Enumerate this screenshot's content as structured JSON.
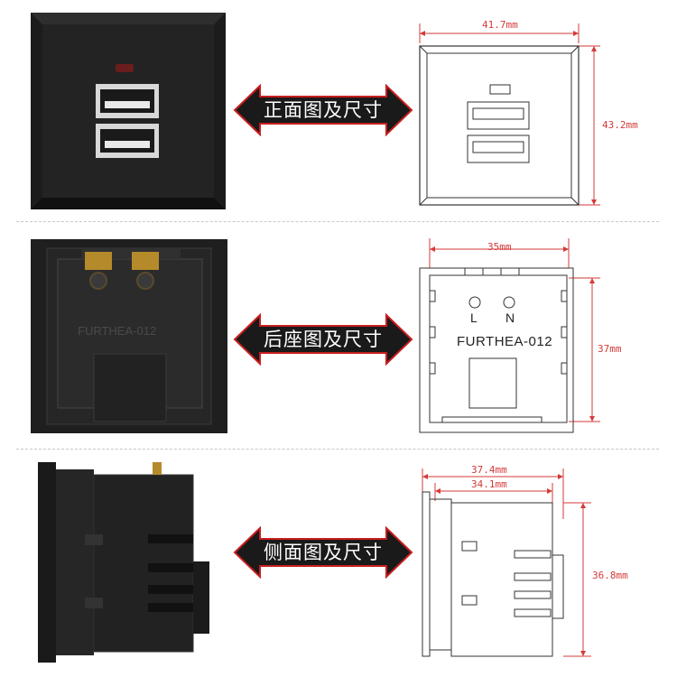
{
  "sections": [
    {
      "id": "front",
      "label": "正面图及尺寸",
      "dims": {
        "width": "41.7mm",
        "height": "43.2mm"
      }
    },
    {
      "id": "back",
      "label": "后座图及尺寸",
      "dims": {
        "width": "35mm",
        "height": "37mm"
      },
      "model": "FURTHEA-012",
      "pins": [
        "L",
        "N"
      ]
    },
    {
      "id": "side",
      "label": "侧面图及尺寸",
      "dims": {
        "width_outer": "37.4mm",
        "width_inner": "34.1mm",
        "height": "36.8mm"
      }
    }
  ],
  "photo_back_model": "FURTHEA-012",
  "colors": {
    "arrow": "#1a1a1a",
    "arrow_glow": "#c81e1e",
    "dimension": "#d43a3a",
    "line": "#333333"
  }
}
